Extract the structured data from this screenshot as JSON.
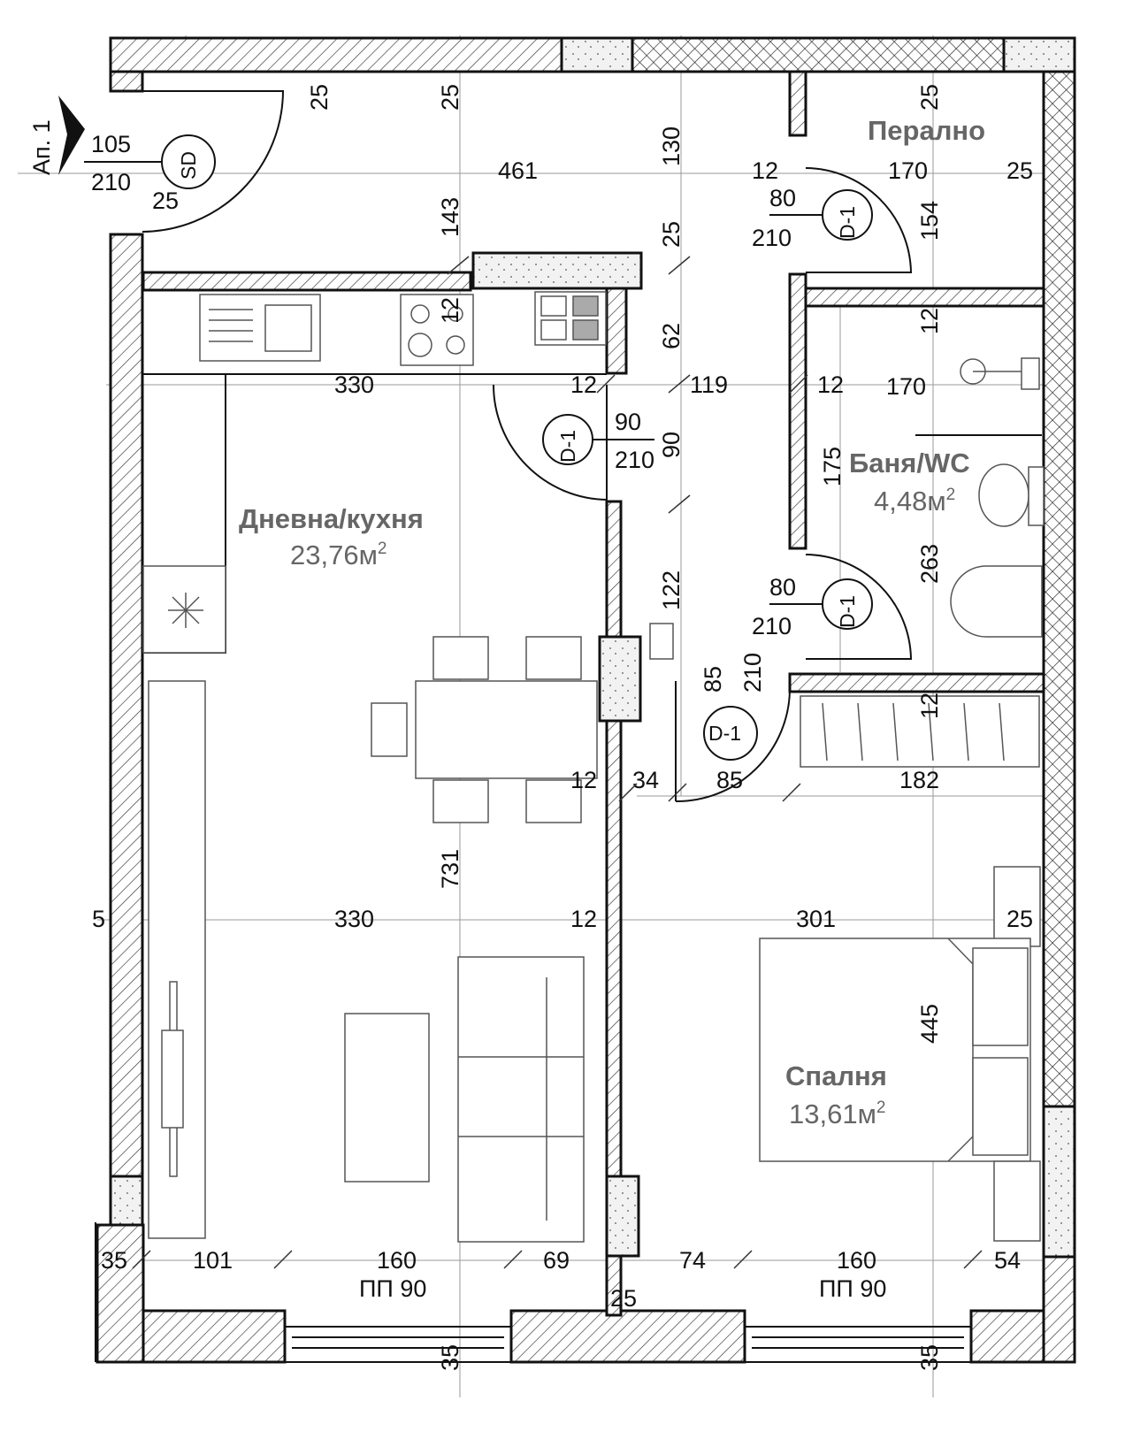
{
  "apartment": {
    "label": "Ап. 1"
  },
  "rooms": {
    "living": {
      "name": "Дневна/кухня",
      "area": "23,76м",
      "sup": "2"
    },
    "bath": {
      "name": "Баня/WC",
      "area": "4,48м",
      "sup": "2"
    },
    "laundry": {
      "name": "Перално"
    },
    "bedroom": {
      "name": "Спалня",
      "area": "13,61м",
      "sup": "2"
    }
  },
  "doors": {
    "entry": {
      "tag": "SD",
      "width": "105",
      "height": "210"
    },
    "d_laundry": {
      "tag": "D-1",
      "width": "80",
      "height": "210"
    },
    "d_kitchen": {
      "tag": "D-1",
      "width": "90",
      "height": "210"
    },
    "d_bath": {
      "tag": "D-1",
      "width": "80",
      "height": "210"
    },
    "d_bedroom": {
      "tag": "D-1",
      "width": "85",
      "height": "210"
    }
  },
  "windows": {
    "living": "ПП 90",
    "bedroom": "ПП 90"
  },
  "dimensions": {
    "d_25a": "25",
    "d_25b": "25",
    "d_25c": "25",
    "d_25d": "25",
    "d_25e": "25",
    "d_130": "130",
    "d_12a": "12",
    "d_170a": "170",
    "d_25f": "25",
    "d_461": "461",
    "d_143": "143",
    "d_154": "154",
    "d_12b": "12",
    "d_12c": "12",
    "d_62": "62",
    "d_330a": "330",
    "d_12d": "12",
    "d_119": "119",
    "d_12e": "12",
    "d_170b": "170",
    "d_90v": "90",
    "d_175": "175",
    "d_263": "263",
    "d_122": "122",
    "d_85v": "85",
    "d_210v": "210",
    "d_12f": "12",
    "d_12g": "12",
    "d_34": "34",
    "d_85": "85",
    "d_182": "182",
    "d_731": "731",
    "d_5": "5",
    "d_330b": "330",
    "d_12h": "12",
    "d_301": "301",
    "d_25g": "25",
    "d_445": "445",
    "d_35a": "35",
    "d_101": "101",
    "d_160a": "160",
    "d_69": "69",
    "d_74": "74",
    "d_160b": "160",
    "d_54": "54",
    "d_25h": "25",
    "d_35b": "35",
    "d_35c": "35"
  }
}
